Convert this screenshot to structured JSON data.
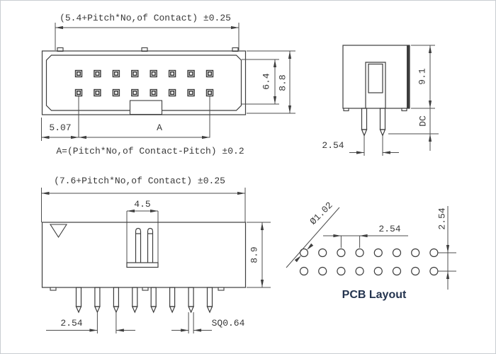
{
  "front_view": {
    "width_formula": "(5.4+Pitch*No,of Contact) ±0.25",
    "inner_height": "6.4",
    "outer_height": "8.8",
    "first_pin_offset": "5.07",
    "pin_span_label": "A",
    "pin_span_formula": "A=(Pitch*No,of Contact-Pitch) ±0.2",
    "contacts_per_row": 8,
    "rows": 2
  },
  "end_view": {
    "body_height": "9.1",
    "pin_tail_label": "DC",
    "pin_pitch": "2.54"
  },
  "side_view": {
    "width_formula": "(7.6+Pitch*No,of Contact) ±0.25",
    "key_width": "4.5",
    "body_height": "8.9",
    "pin_pitch": "2.54",
    "pin_square": "SQ0.64"
  },
  "pcb_layout": {
    "hole_diameter": "Ø1.02",
    "horizontal_pitch": "2.54",
    "vertical_pitch": "2.54",
    "caption": "PCB Layout",
    "caption_color": "#24344f",
    "holes_per_row": 8,
    "rows": 2
  },
  "line_color": "#3d3d3d"
}
